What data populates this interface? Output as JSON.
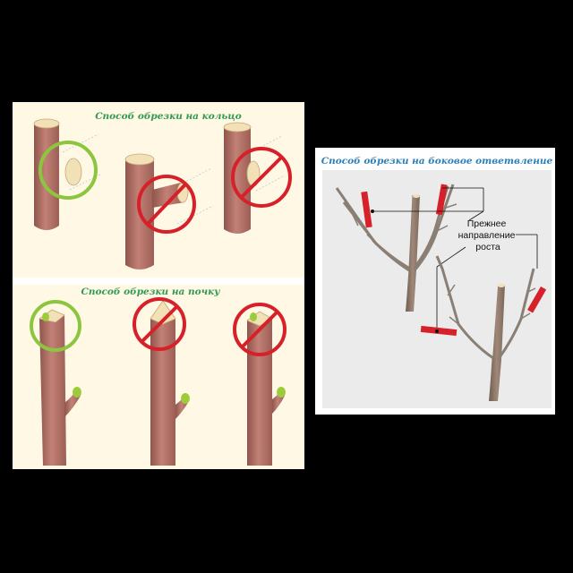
{
  "sections": {
    "ring": {
      "title": "Способ обрезки на кольцо"
    },
    "bud": {
      "title": "Способ обрезки на почку"
    },
    "side": {
      "title": "Способ обрезки на боковое ответвление",
      "annotation_lines": [
        "Прежнее",
        "направление",
        "роста"
      ]
    }
  },
  "colors": {
    "page_bg": "#000000",
    "panel_left": "#fff8e4",
    "panel_right": "#ffffff",
    "panel_right_inner": "#ebebeb",
    "bark": "#b5736a",
    "bark_dark": "#8f554c",
    "cut_face": "#f2e0b6",
    "ok_ring": "#8cc63f",
    "forbidden": "#d6202a",
    "bud_green": "#9ccc3c",
    "twig": "#8a7f74"
  },
  "icons": {
    "ok": "green-circle-icon",
    "forbidden": "no-entry-icon"
  }
}
